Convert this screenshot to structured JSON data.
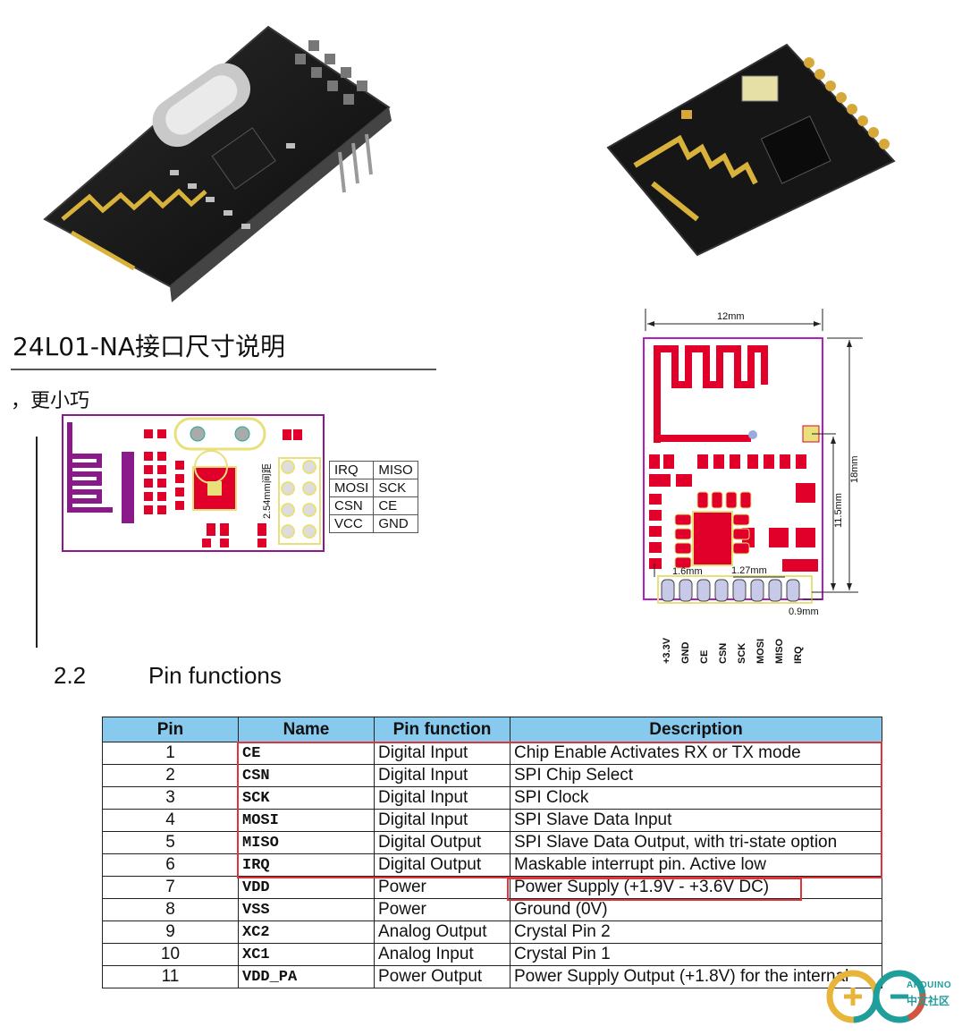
{
  "diagram_left": {
    "heading": "24L01-NA接口尺寸说明",
    "subnote": "，更小巧",
    "spacing_label": "2.54mm间距",
    "pin_labels": [
      [
        "IRQ",
        "MISO"
      ],
      [
        "MOSI",
        "SCK"
      ],
      [
        "CSN",
        "CE"
      ],
      [
        "VCC",
        "GND"
      ]
    ]
  },
  "diagram_right": {
    "dim_width": "12mm",
    "dim_height": "18mm",
    "dim_antenna": "11.5mm",
    "dim_pitch_a": "1.6mm",
    "dim_pitch_b": "1.27mm",
    "dim_edge": "0.9mm",
    "pins": [
      "+3.3V",
      "GND",
      "CE",
      "CSN",
      "SCK",
      "MOSI",
      "MISO",
      "IRQ"
    ]
  },
  "section": {
    "number": "2.2",
    "title": "Pin functions"
  },
  "table": {
    "headers": [
      "Pin",
      "Name",
      "Pin function",
      "Description"
    ],
    "rows": [
      [
        "1",
        "CE",
        "Digital Input",
        "Chip Enable Activates RX or TX mode"
      ],
      [
        "2",
        "CSN",
        "Digital Input",
        "SPI Chip Select"
      ],
      [
        "3",
        "SCK",
        "Digital Input",
        "SPI Clock"
      ],
      [
        "4",
        "MOSI",
        "Digital Input",
        "SPI Slave Data Input"
      ],
      [
        "5",
        "MISO",
        "Digital Output",
        "SPI Slave Data Output, with tri-state option"
      ],
      [
        "6",
        "IRQ",
        "Digital Output",
        "Maskable interrupt pin. Active low"
      ],
      [
        "7",
        "VDD",
        "Power",
        "Power Supply (+1.9V - +3.6V DC)"
      ],
      [
        "8",
        "VSS",
        "Power",
        "Ground (0V)"
      ],
      [
        "9",
        "XC2",
        "Analog Output",
        "Crystal Pin 2"
      ],
      [
        "10",
        "XC1",
        "Analog Input",
        "Crystal Pin 1"
      ],
      [
        "11",
        "VDD_PA",
        "Power Output",
        "Power Supply Output (+1.8V) for the internal"
      ]
    ]
  },
  "watermark": {
    "line1": "ARDUINO",
    "line2": "中文社区"
  },
  "colors": {
    "header_bg": "#88c9ee",
    "highlight_red": "#e0333a",
    "pcb_red": "#e0002a",
    "pcb_purple": "#8a1a8a",
    "pcb_yellow": "#e8e07a"
  }
}
